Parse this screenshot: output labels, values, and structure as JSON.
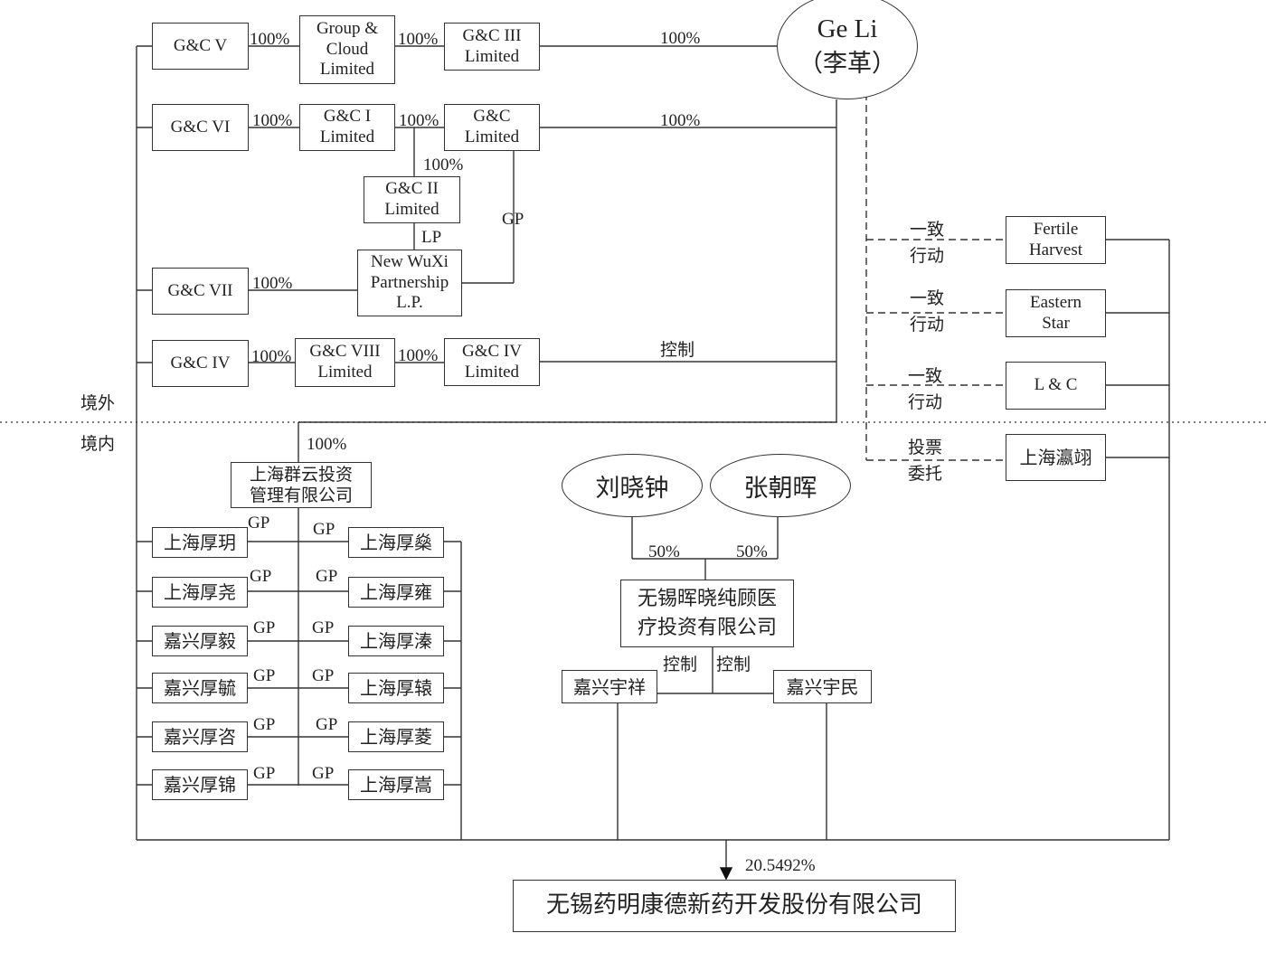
{
  "regions": {
    "overseas": "境外",
    "domestic": "境内"
  },
  "person": {
    "line1": "Ge Li",
    "line2": "（李革）"
  },
  "boxes": {
    "gc5": "G&C V",
    "gc6": "G&C VI",
    "gc7": "G&C VII",
    "gc4": "G&C IV",
    "group_cloud": "Group &\nCloud\nLimited",
    "gc1": "G&C I\nLimited",
    "gc2": "G&C II\nLimited",
    "gc3": "G&C III\nLimited",
    "gc": "G&C\nLimited",
    "wuxi_lp": "New WuXi\nPartnership\nL.P.",
    "gc8": "G&C VIII\nLimited",
    "gc4_ltd": "G&C IV\nLimited",
    "fertile": "Fertile\nHarvest",
    "eastern": "Eastern\nStar",
    "lc": "L & C",
    "yingyi": "上海瀛翊",
    "qunyun": "上海群云投资\n管理有限公司",
    "hou_yue": "上海厚玥",
    "hou_yao": "上海厚尧",
    "jx_houyi": "嘉兴厚毅",
    "jx_houhang": "嘉兴厚毓",
    "jx_houzi": "嘉兴厚咨",
    "jx_houjin": "嘉兴厚锦",
    "hou_sang": "上海厚燊",
    "hou_yong": "上海厚雍",
    "hou_zhen": "上海厚溱",
    "hou_yuan": "上海厚辕",
    "hou_ling": "上海厚菱",
    "hou_song": "上海厚嵩",
    "wuxi_hxc": "无锡晖晓纯顾医\n疗投资有限公司",
    "jx_yuxiang": "嘉兴宇祥",
    "jx_yumin": "嘉兴宇民",
    "target": "无锡药明康德新药开发股份有限公司"
  },
  "people": {
    "liu": "刘晓钟",
    "zhang": "张朝晖"
  },
  "labels": {
    "pct100": "100%",
    "pct50": "50%",
    "gp": "GP",
    "lp": "LP",
    "control": "控制",
    "concert": "一致\n行动",
    "vote": "投票\n委托",
    "final_pct": "20.5492%"
  }
}
